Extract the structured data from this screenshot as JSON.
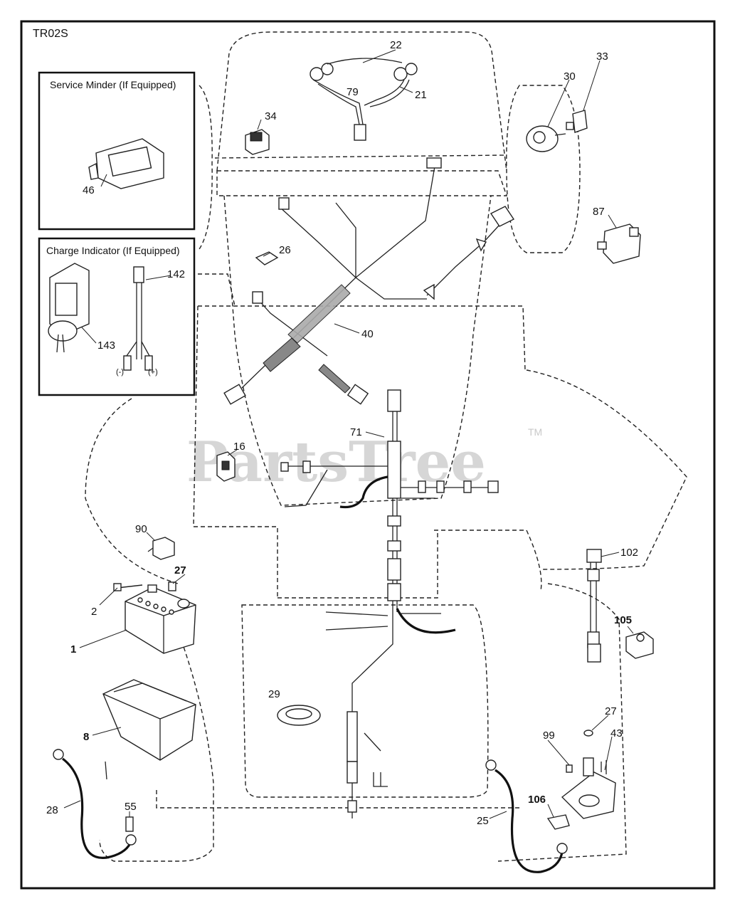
{
  "diagram_code": "TR02S",
  "watermark": {
    "text": "PartsTree",
    "tm": "TM"
  },
  "boxes": {
    "service_minder": "Service Minder (If Equipped)",
    "charge_indicator": "Charge Indicator (If Equipped)"
  },
  "polarity": {
    "negative": "(-)",
    "positive": "(+)"
  },
  "callouts": [
    {
      "id": "c22",
      "label": "22",
      "bold": false
    },
    {
      "id": "c21",
      "label": "21",
      "bold": false
    },
    {
      "id": "c79",
      "label": "79",
      "bold": false
    },
    {
      "id": "c33",
      "label": "33",
      "bold": false
    },
    {
      "id": "c30",
      "label": "30",
      "bold": false
    },
    {
      "id": "c34",
      "label": "34",
      "bold": false
    },
    {
      "id": "c87",
      "label": "87",
      "bold": false
    },
    {
      "id": "c46",
      "label": "46",
      "bold": false
    },
    {
      "id": "c26",
      "label": "26",
      "bold": false
    },
    {
      "id": "c142",
      "label": "142",
      "bold": false
    },
    {
      "id": "c143",
      "label": "143",
      "bold": false
    },
    {
      "id": "c40",
      "label": "40",
      "bold": false
    },
    {
      "id": "c71",
      "label": "71",
      "bold": false
    },
    {
      "id": "c16",
      "label": "16",
      "bold": false
    },
    {
      "id": "c90",
      "label": "90",
      "bold": false
    },
    {
      "id": "c27a",
      "label": "27",
      "bold": true
    },
    {
      "id": "c2",
      "label": "2",
      "bold": false
    },
    {
      "id": "c1",
      "label": "1",
      "bold": true
    },
    {
      "id": "c8",
      "label": "8",
      "bold": true
    },
    {
      "id": "c102",
      "label": "102",
      "bold": false
    },
    {
      "id": "c105",
      "label": "105",
      "bold": true
    },
    {
      "id": "c29",
      "label": "29",
      "bold": false
    },
    {
      "id": "c27b",
      "label": "27",
      "bold": false
    },
    {
      "id": "c43",
      "label": "43",
      "bold": false
    },
    {
      "id": "c99",
      "label": "99",
      "bold": false
    },
    {
      "id": "c106",
      "label": "106",
      "bold": true
    },
    {
      "id": "c28",
      "label": "28",
      "bold": false
    },
    {
      "id": "c55",
      "label": "55",
      "bold": false
    },
    {
      "id": "c25",
      "label": "25",
      "bold": false
    }
  ]
}
